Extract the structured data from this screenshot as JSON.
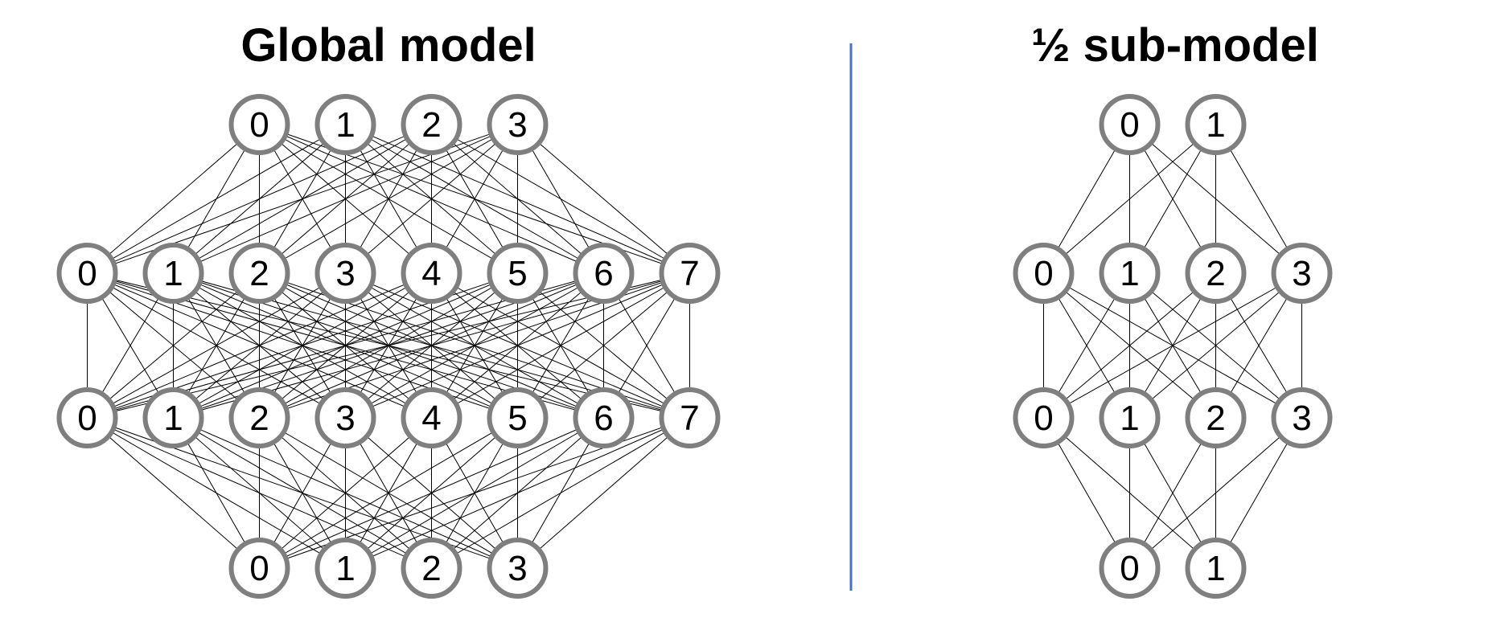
{
  "panels": [
    {
      "title": "Global model",
      "layers": [
        [
          "0",
          "1",
          "2",
          "3"
        ],
        [
          "0",
          "1",
          "2",
          "3",
          "4",
          "5",
          "6",
          "7"
        ],
        [
          "0",
          "1",
          "2",
          "3",
          "4",
          "5",
          "6",
          "7"
        ],
        [
          "0",
          "1",
          "2",
          "3"
        ]
      ],
      "connectivity": "fully-connected between adjacent layers"
    },
    {
      "title": "½ sub-model",
      "layers": [
        [
          "0",
          "1"
        ],
        [
          "0",
          "1",
          "2",
          "3"
        ],
        [
          "0",
          "1",
          "2",
          "3"
        ],
        [
          "0",
          "1"
        ]
      ],
      "connectivity": "fully-connected between adjacent layers"
    }
  ],
  "colors": {
    "node_stroke": "#7f7f7f",
    "node_fill": "#ffffff",
    "edge": "#000000",
    "divider": "#4472c4",
    "text": "#000000"
  }
}
